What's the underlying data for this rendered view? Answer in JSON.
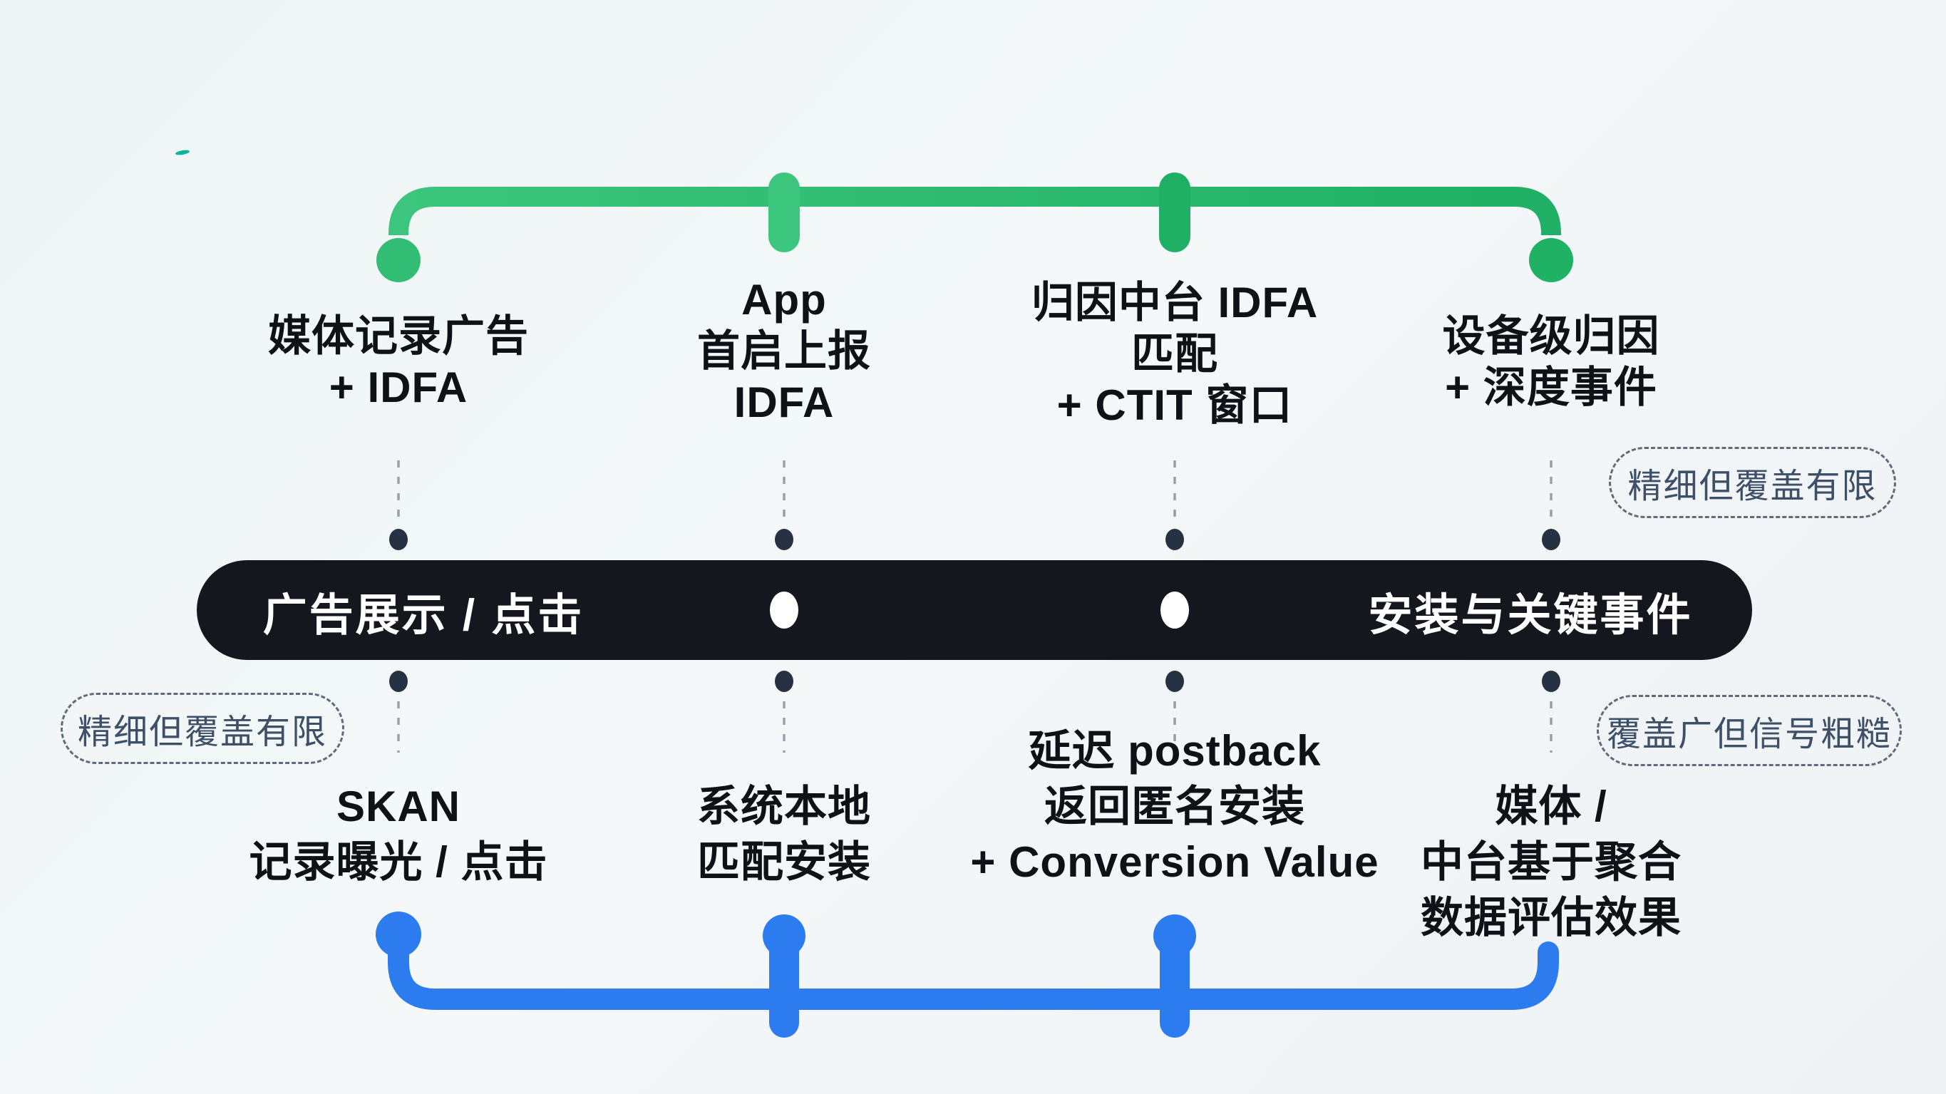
{
  "colors": {
    "green_light": "#3cc57c",
    "green_dark": "#1fb065",
    "green_dot_left": "#31bd74",
    "green_dot_right": "#1fb164",
    "blue": "#2c7cf0",
    "bar_background": "#14171d",
    "bar_text": "#ffffff",
    "dark_dot": "#263243",
    "white_dot": "#ffffff",
    "dash_line": "#96a1ad",
    "label_text": "#0e1217",
    "pill_text": "#3e4f68",
    "pill_border": "#5f6b7d",
    "teal_tick": "#12b39e"
  },
  "main_bar": {
    "left_label": "广告展示 / 点击",
    "right_label": "安装与关键事件"
  },
  "top_track": {
    "badge": "精细但覆盖有限",
    "columns": [
      {
        "lines": [
          "媒体记录广告",
          "+ IDFA"
        ]
      },
      {
        "lines": [
          "App",
          "首启上报",
          "IDFA"
        ]
      },
      {
        "lines": [
          "归因中台 IDFA",
          "匹配",
          "+ CTIT 窗口"
        ]
      },
      {
        "lines": [
          "设备级归因",
          "+ 深度事件"
        ]
      }
    ]
  },
  "bottom_track": {
    "badge_left": "精细但覆盖有限",
    "badge_right": "覆盖广但信号粗糙",
    "columns": [
      {
        "lines": [
          "SKAN",
          "记录曝光 / 点击"
        ]
      },
      {
        "lines": [
          "系统本地",
          "匹配安装"
        ]
      },
      {
        "lines": [
          "延迟 postback",
          "返回匿名安装",
          "+ Conversion Value"
        ]
      },
      {
        "lines": [
          "媒体 /",
          "中台基于聚合",
          "数据评估效果"
        ]
      }
    ]
  }
}
